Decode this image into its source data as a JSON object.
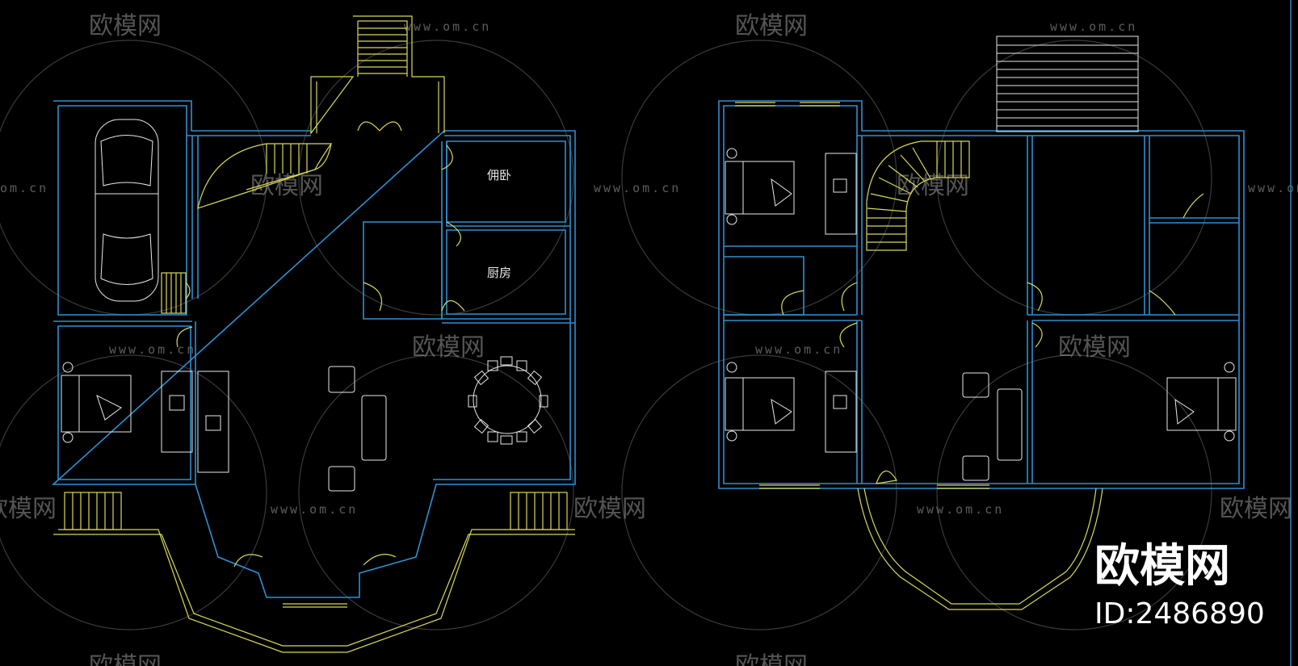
{
  "watermark": {
    "brand": "欧模网",
    "url": "www.om.cn",
    "url_partial": "om.cn"
  },
  "rooms": {
    "maid_room": "佣卧",
    "kitchen": "厨房"
  },
  "badge": {
    "brand": "欧模网",
    "id_text": "ID:2486890"
  },
  "colors": {
    "background": "#000000",
    "walls": "#2f8fd0",
    "stairs_doors": "#d8d85a",
    "furniture": "#e8e8e8"
  }
}
